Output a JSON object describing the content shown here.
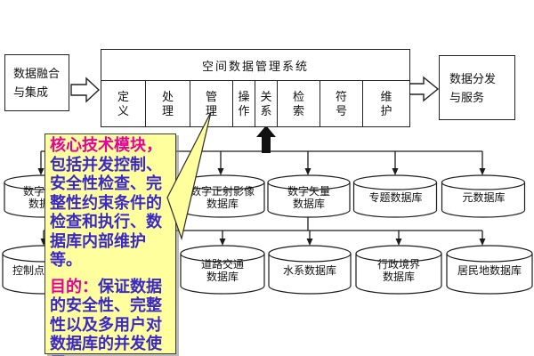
{
  "colors": {
    "background": "#ffffff",
    "stroke": "#1c1c1c",
    "callout_bg": "#ffff9e",
    "callout_title": "#e7009b",
    "callout_body": "#3a28c8"
  },
  "boxes": {
    "fusion": {
      "label": "数据融合\n与集成"
    },
    "distribution": {
      "label": "数据分发\n与服务"
    }
  },
  "system": {
    "title": "空间数据管理系统",
    "modules": [
      "定义",
      "处理",
      "管理",
      "操作",
      "关系",
      "检索",
      "符号",
      "维护"
    ]
  },
  "callout": {
    "title": "核心技术模块，",
    "body": "包括并发控制、安全性检查、完整性约束条件的检查和执行、数据库内部维护等。",
    "purpose_label": "目的：",
    "purpose_body": "保证数据的安全性、完整性以及多用户对数据库的并发使用。"
  },
  "databases": {
    "row1": [
      "数字栅格\n数据库",
      "数字正射影像\n数据库",
      "数字矢量\n数据库",
      "专题数据库",
      "元数据库"
    ],
    "row2": [
      "控制点数据库",
      "道路交通\n数据库",
      "水系数据库",
      "行政境界\n数据库",
      "居民地数据库"
    ]
  }
}
